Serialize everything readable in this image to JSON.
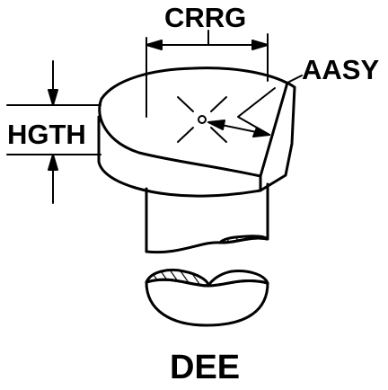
{
  "labels": {
    "crrg": "CRRG",
    "aasy": "AASY",
    "hgth": "HGTH",
    "dee": "DEE"
  },
  "colors": {
    "line": "#000000",
    "background": "#ffffff"
  }
}
